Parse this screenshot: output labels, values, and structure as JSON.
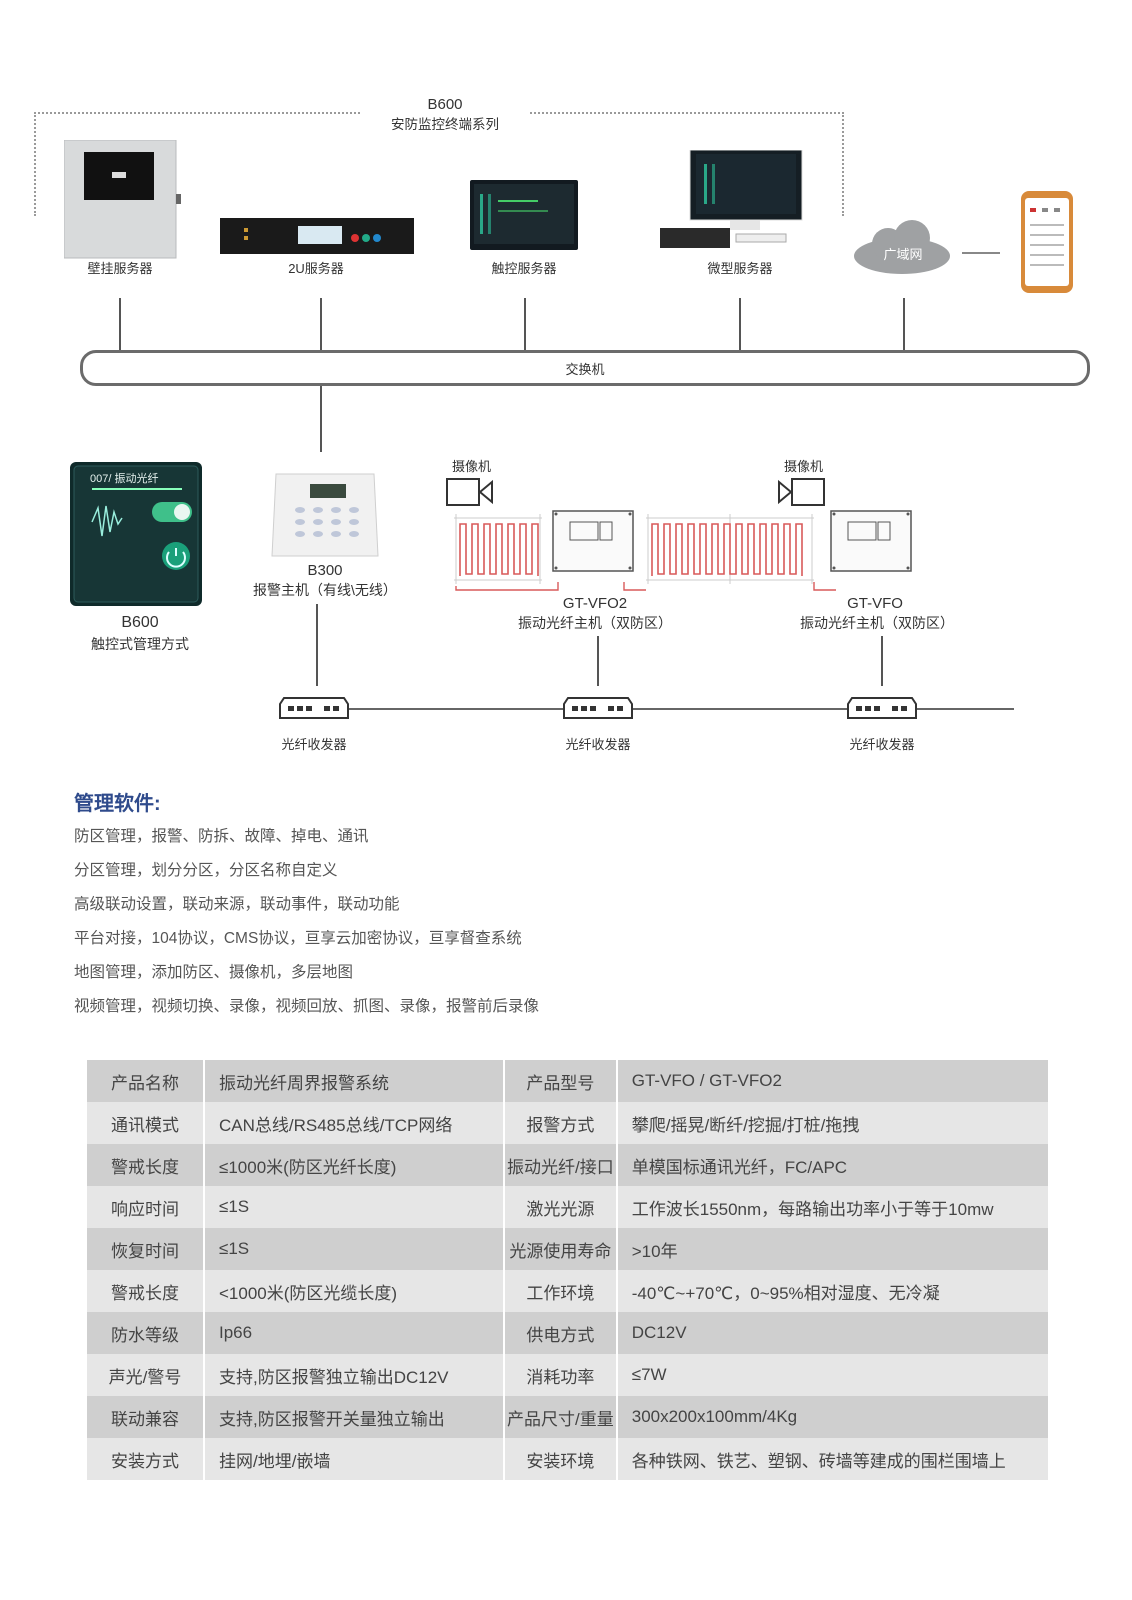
{
  "top": {
    "series_title": "B600",
    "series_subtitle": "安防监控终端系列",
    "devices": [
      {
        "name": "壁挂服务器"
      },
      {
        "name": "2U服务器"
      },
      {
        "name": "触控服务器"
      },
      {
        "name": "微型服务器"
      }
    ],
    "cloud": "广域网"
  },
  "switch_label": "交换机",
  "b600_panel": {
    "screen_text": "007/ 振动光纤",
    "title": "B600",
    "subtitle": "触控式管理方式"
  },
  "b300": {
    "title": "B300",
    "subtitle": "报警主机（有线\\无线）"
  },
  "cameras": [
    "摄像机",
    "摄像机"
  ],
  "hosts": [
    {
      "model": "GT-VFO2",
      "desc": "振动光纤主机（双防区）"
    },
    {
      "model": "GT-VFO",
      "desc": "振动光纤主机（双防区）"
    }
  ],
  "transceivers": [
    "光纤收发器",
    "光纤收发器",
    "光纤收发器"
  ],
  "management": {
    "title": "管理软件:",
    "lines": [
      "防区管理，报警、防拆、故障、掉电、通讯",
      "分区管理，划分分区，分区名称自定义",
      "高级联动设置，联动来源，联动事件，联动功能",
      "平台对接，104协议，CMS协议，亘享云加密协议，亘享督查系统",
      "地图管理，添加防区、摄像机，多层地图",
      "视频管理，视频切换、录像，视频回放、抓图、录像，报警前后录像"
    ]
  },
  "spec_table": [
    [
      "产品名称",
      "振动光纤周界报警系统",
      "产品型号",
      "GT-VFO / GT-VFO2"
    ],
    [
      "通讯模式",
      "CAN总线/RS485总线/TCP网络",
      "报警方式",
      "攀爬/摇晃/断纤/挖掘/打桩/拖拽"
    ],
    [
      "警戒长度",
      "≤1000米(防区光纤长度)",
      "振动光纤/接口",
      "单模国标通讯光纤，FC/APC"
    ],
    [
      "响应时间",
      "≤1S",
      "激光光源",
      "工作波长1550nm，每路输出功率小于等于10mw"
    ],
    [
      "恢复时间",
      "≤1S",
      "光源使用寿命",
      ">10年"
    ],
    [
      "警戒长度",
      "<1000米(防区光缆长度)",
      "工作环境",
      "-40℃~+70℃，0~95%相对湿度、无冷凝"
    ],
    [
      "防水等级",
      "Ip66",
      "供电方式",
      "DC12V"
    ],
    [
      "声光/警号",
      "支持,防区报警独立输出DC12V",
      "消耗功率",
      "≤7W"
    ],
    [
      "联动兼容",
      "支持,防区报警开关量独立输出",
      "产品尺寸/重量",
      "300x200x100mm/4Kg"
    ],
    [
      "安装方式",
      "挂网/地埋/嵌墙",
      "安装环境",
      "各种铁网、铁艺、塑钢、砖墙等建成的围栏围墙上"
    ]
  ]
}
